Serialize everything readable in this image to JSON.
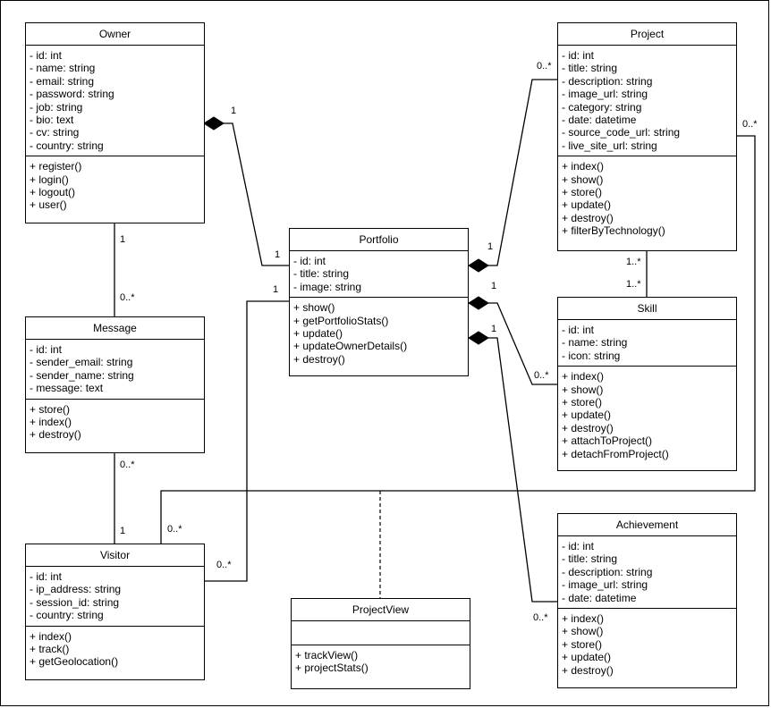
{
  "classes": {
    "owner": {
      "name": "Owner",
      "attributes": [
        "- id: int",
        "- name: string",
        "- email: string",
        "- password: string",
        "- job: string",
        "- bio: text",
        "- cv: string",
        "- country: string"
      ],
      "methods": [
        "+ register()",
        "+ login()",
        "+ logout()",
        "+ user()"
      ]
    },
    "project": {
      "name": "Project",
      "attributes": [
        "- id: int",
        "- title: string",
        "- description: string",
        "- image_url: string",
        "- category: string",
        "- date: datetime",
        "- source_code_url: string",
        "- live_site_url: string"
      ],
      "methods": [
        "+ index()",
        "+ show()",
        "+ store()",
        "+ update()",
        "+ destroy()",
        "+ filterByTechnology()"
      ]
    },
    "portfolio": {
      "name": "Portfolio",
      "attributes": [
        "- id: int",
        "- title: string",
        "- image: string"
      ],
      "methods": [
        "+ show()",
        "+ getPortfolioStats()",
        "+ update()",
        "+ updateOwnerDetails()",
        "+ destroy()"
      ]
    },
    "message": {
      "name": "Message",
      "attributes": [
        "- id: int",
        "- sender_email: string",
        "- sender_name: string",
        "- message: text"
      ],
      "methods": [
        "+ store()",
        "+ index()",
        "+ destroy()"
      ]
    },
    "skill": {
      "name": "Skill",
      "attributes": [
        "- id: int",
        "- name: string",
        "- icon: string"
      ],
      "methods": [
        "+ index()",
        "+ show()",
        "+ store()",
        "+ update()",
        "+ destroy()",
        "+ attachToProject()",
        "+ detachFromProject()"
      ]
    },
    "visitor": {
      "name": "Visitor",
      "attributes": [
        "- id: int",
        "- ip_address: string",
        "- session_id: string",
        "- country: string"
      ],
      "methods": [
        "+ index()",
        "+ track()",
        "+ getGeolocation()"
      ]
    },
    "achievement": {
      "name": "Achievement",
      "attributes": [
        "- id: int",
        "- title: string",
        "- description: string",
        "- image_url: string",
        "- date: datetime"
      ],
      "methods": [
        "+ index()",
        "+ show()",
        "+ store()",
        "+ update()",
        "+ destroy()"
      ]
    },
    "projectview": {
      "name": "ProjectView",
      "attributes": [],
      "methods": [
        "+ trackView()",
        "+ projectStats()"
      ]
    }
  },
  "multiplicities": {
    "owner_portfolio_owner": "1",
    "owner_portfolio_portfolio": "1",
    "portfolio_project_portfolio": "1",
    "portfolio_project_project": "0..*",
    "project_skill_project": "1..*",
    "project_skill_skill": "1..*",
    "portfolio_skill_portfolio": "1",
    "portfolio_skill_skill": "0..*",
    "portfolio_achievement_portfolio": "1",
    "portfolio_achievement_achievement": "0..*",
    "owner_message_owner": "1",
    "owner_message_message": "0..*",
    "message_visitor_message": "0..*",
    "message_visitor_visitor": "1",
    "portfolio_visitor_portfolio": "1",
    "portfolio_visitor_visitor": "0..*",
    "project_visitor_project": "0..*",
    "project_visitor_visitor": "0..*"
  }
}
